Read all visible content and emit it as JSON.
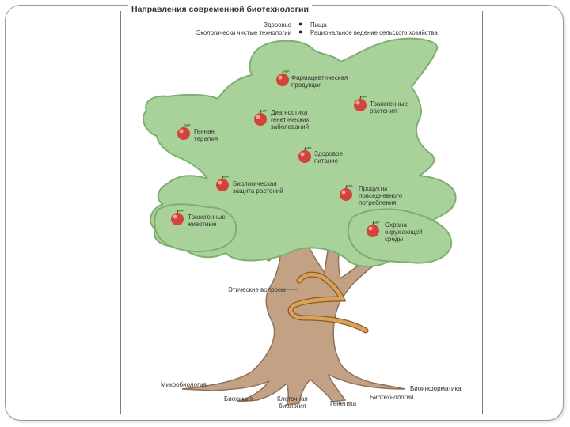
{
  "title": "Направления современной биотехнологии",
  "legend": {
    "left": [
      "Здоровье",
      "Экологически чистые технологии"
    ],
    "right": [
      "Пища",
      "Рациональное ведение сельского хозяйства"
    ]
  },
  "apples": [
    {
      "label": "Фармацевтическая\nпродукция"
    },
    {
      "label": "Трансгенные\nрастения"
    },
    {
      "label": "Диагностика\nгенетических\nзаболеваний"
    },
    {
      "label": "Генная\nтерапия"
    },
    {
      "label": "Здоровое\nпитание"
    },
    {
      "label": "Биологическая\nзащита растений"
    },
    {
      "label": "Продукты\nповседневного\nпотребления"
    },
    {
      "label": "Трансгенные\nживотные"
    },
    {
      "label": "Охрана\nокружающей\nсреды"
    }
  ],
  "ethics_label": "Этические вопросы",
  "roots": [
    {
      "label": "Микробиология"
    },
    {
      "label": "Биоинформатика"
    },
    {
      "label": "Биохимия"
    },
    {
      "label": "Клеточная\nбиология"
    },
    {
      "label": "Генетика"
    },
    {
      "label": "Биотехнологии"
    }
  ],
  "colors": {
    "foliage": "#a9d29a",
    "foliage_edge": "#7fae71",
    "trunk": "#c2a185",
    "trunk_edge": "#8f7058",
    "snake": "#d9a35a",
    "apple": "#d2433a"
  }
}
